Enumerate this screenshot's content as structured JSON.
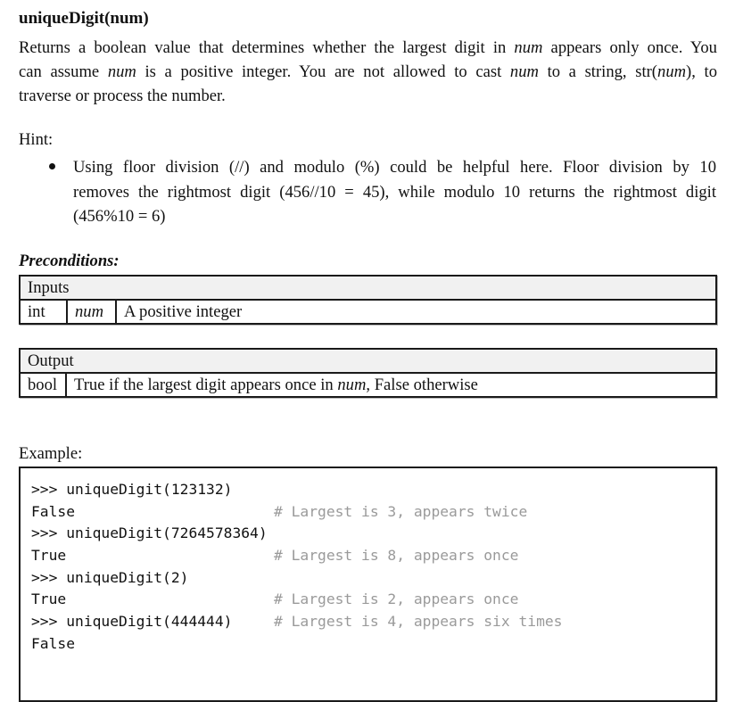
{
  "function": {
    "title": "uniqueDigit(num)"
  },
  "description": {
    "lines": [
      [
        {
          "t": "Returns a boolean value that determines whether the largest digit in ",
          "i": false
        },
        {
          "t": "num",
          "i": true
        },
        {
          "t": " appears only once. You",
          "i": false
        }
      ],
      [
        {
          "t": "can assume ",
          "i": false
        },
        {
          "t": "num",
          "i": true
        },
        {
          "t": " is a  positive integer. You are not allowed to cast ",
          "i": false
        },
        {
          "t": "num",
          "i": true
        },
        {
          "t": " to a string, str(",
          "i": false
        },
        {
          "t": "num",
          "i": true
        },
        {
          "t": "), to",
          "i": false
        }
      ],
      [
        {
          "t": "traverse or process the number.",
          "i": false
        }
      ]
    ]
  },
  "hint": {
    "label": "Hint:",
    "bullets": [
      {
        "lines": [
          "Using floor division (//) and modulo (%) could be helpful here. Floor division by 10",
          "removes the rightmost digit (456//10  = 45), while modulo 10 returns the rightmost digit",
          "(456%10 = 6)"
        ]
      }
    ]
  },
  "preconditions": {
    "label": "Preconditions:",
    "inputs": {
      "header": "Inputs",
      "rows": [
        {
          "type": "int",
          "name": "num",
          "description": "A positive integer"
        }
      ]
    },
    "output": {
      "header": "Output",
      "rows": [
        {
          "type": "bool",
          "description_parts": [
            {
              "t": "True if the largest digit appears once in ",
              "i": false
            },
            {
              "t": "num",
              "i": true
            },
            {
              "t": ", False otherwise",
              "i": false
            }
          ]
        }
      ]
    }
  },
  "example": {
    "label": "Example:",
    "lines": [
      {
        "code": ">>> uniqueDigit(123132)",
        "comment": ""
      },
      {
        "code": "False",
        "comment": "# Largest is 3, appears twice"
      },
      {
        "code": ">>> uniqueDigit(7264578364)",
        "comment": ""
      },
      {
        "code": "True",
        "comment": "# Largest is 8, appears once"
      },
      {
        "code": ">>> uniqueDigit(2)",
        "comment": ""
      },
      {
        "code": "True",
        "comment": "# Largest is 2, appears once"
      },
      {
        "code": ">>> uniqueDigit(444444)",
        "comment": "# Largest is 4, appears six times"
      },
      {
        "code": "False",
        "comment": ""
      }
    ]
  },
  "colors": {
    "text": "#111111",
    "comment": "#9a9a9a",
    "table_header_bg": "#f1f1f1",
    "border": "#1a1a1a"
  }
}
